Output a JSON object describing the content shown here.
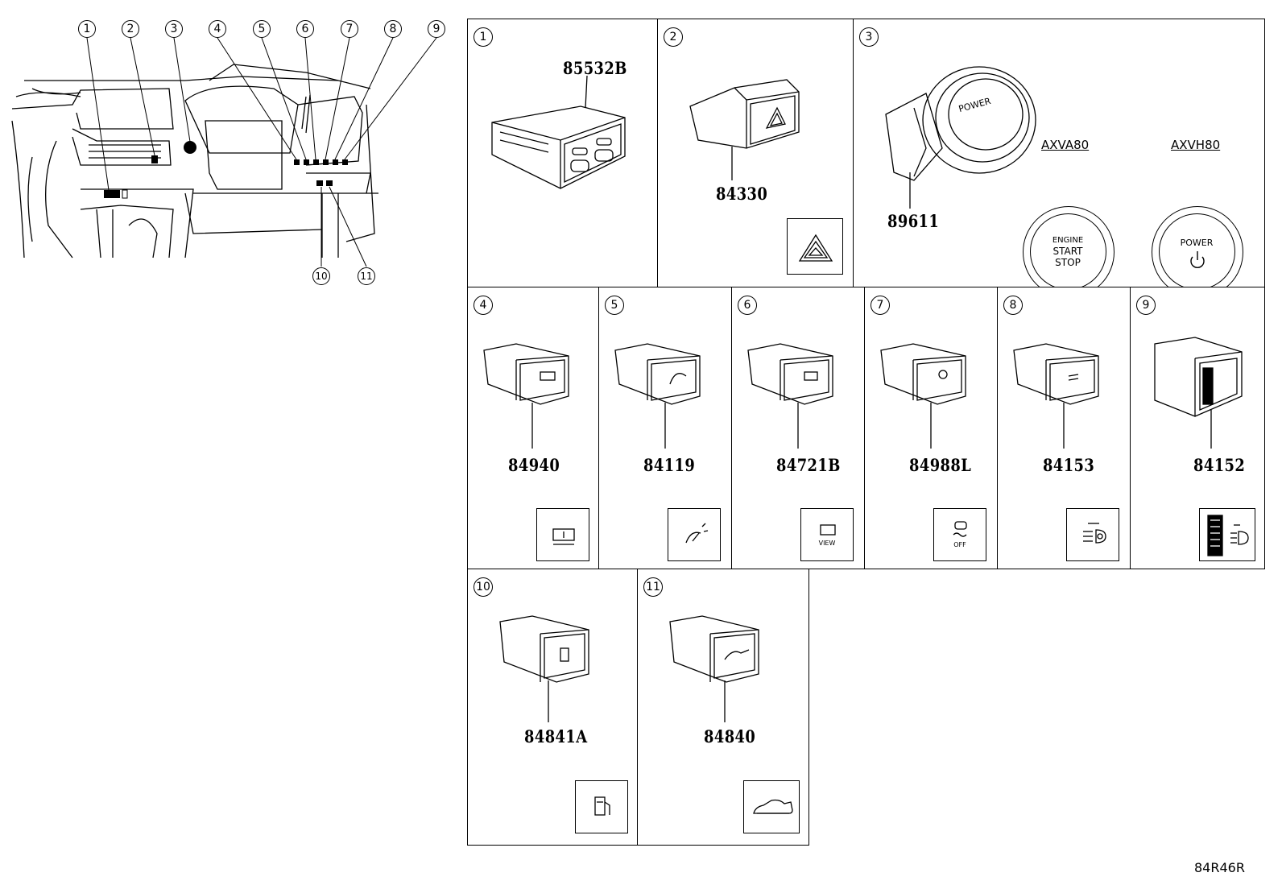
{
  "overview": {
    "callouts_top": [
      "1",
      "2",
      "3",
      "4",
      "5",
      "6",
      "7",
      "8",
      "9"
    ],
    "callouts_bottom": [
      "10",
      "11"
    ]
  },
  "cells": [
    {
      "num": "1",
      "part": "85532B",
      "icon": "usb-charger-icon"
    },
    {
      "num": "2",
      "part": "84330",
      "icon": "hazard-triangle-icon"
    },
    {
      "num": "3",
      "part": "89611",
      "icon": "power-button-icon"
    },
    {
      "num": "4",
      "part": "84940",
      "icon": "dashcam-switch-icon"
    },
    {
      "num": "5",
      "part": "84119",
      "icon": "wiper-light-icon"
    },
    {
      "num": "6",
      "part": "84721B",
      "icon": "view-camera-icon"
    },
    {
      "num": "7",
      "part": "84988L",
      "icon": "traction-off-icon"
    },
    {
      "num": "8",
      "part": "84153",
      "icon": "auto-headlight-icon"
    },
    {
      "num": "9",
      "part": "84152",
      "icon": "dimmer-wheel-icon"
    },
    {
      "num": "10",
      "part": "84841A",
      "icon": "fuel-door-icon"
    },
    {
      "num": "11",
      "part": "84840",
      "icon": "trunk-open-icon"
    }
  ],
  "power_variants": [
    {
      "label": "AXVA80",
      "button_lines": [
        "ENGINE",
        "START",
        "STOP"
      ]
    },
    {
      "label": "AXVH80",
      "button_lines": [
        "POWER"
      ]
    }
  ],
  "small_labels": {
    "view": "VIEW",
    "off": "OFF",
    "power": "POWER"
  },
  "diagram_code": "84R46R"
}
